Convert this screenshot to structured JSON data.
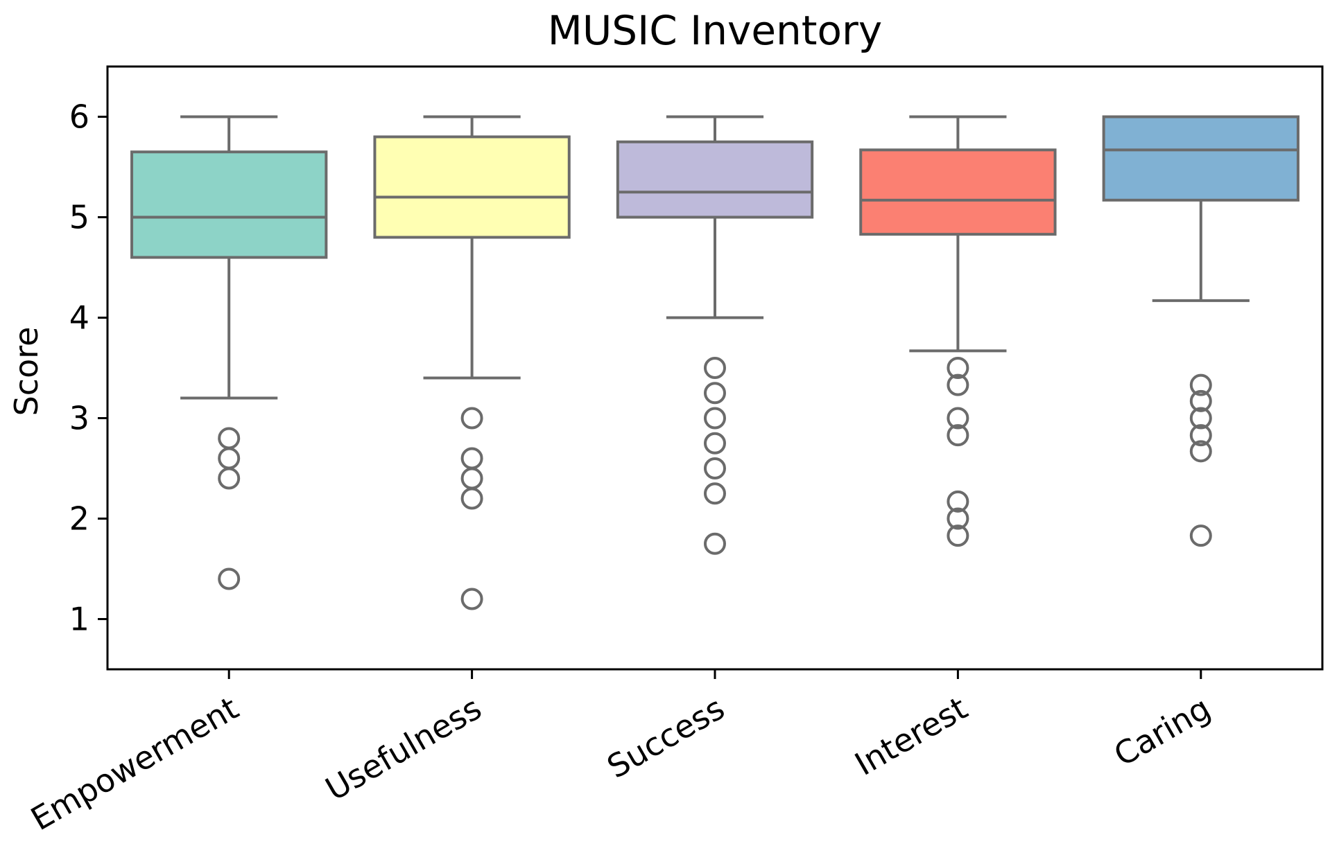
{
  "chart_data": {
    "type": "box",
    "title": "MUSIC Inventory",
    "xlabel": "",
    "ylabel": "Score",
    "ylim": [
      0.5,
      6.5
    ],
    "yticks": [
      1,
      2,
      3,
      4,
      5,
      6
    ],
    "grid": false,
    "legend": "none",
    "categories": [
      "Empowerment",
      "Usefulness",
      "Success",
      "Interest",
      "Caring"
    ],
    "boxes": [
      {
        "category": "Empowerment",
        "whisker_low": 3.2,
        "q1": 4.6,
        "median": 5.0,
        "q3": 5.65,
        "whisker_high": 6.0,
        "outliers": [
          2.8,
          2.6,
          2.4,
          1.4
        ],
        "color": "#8dd3c7"
      },
      {
        "category": "Usefulness",
        "whisker_low": 3.4,
        "q1": 4.8,
        "median": 5.2,
        "q3": 5.8,
        "whisker_high": 6.0,
        "outliers": [
          3.0,
          2.6,
          2.4,
          2.2,
          1.2
        ],
        "color": "#ffffb3"
      },
      {
        "category": "Success",
        "whisker_low": 4.0,
        "q1": 5.0,
        "median": 5.25,
        "q3": 5.75,
        "whisker_high": 6.0,
        "outliers": [
          3.5,
          3.25,
          3.0,
          2.75,
          2.5,
          2.25,
          1.75
        ],
        "color": "#bebada"
      },
      {
        "category": "Interest",
        "whisker_low": 3.67,
        "q1": 4.83,
        "median": 5.17,
        "q3": 5.67,
        "whisker_high": 6.0,
        "outliers": [
          3.5,
          3.33,
          3.0,
          2.83,
          2.17,
          2.0,
          1.83
        ],
        "color": "#fb8072"
      },
      {
        "category": "Caring",
        "whisker_low": 4.17,
        "q1": 5.17,
        "median": 5.67,
        "q3": 6.0,
        "whisker_high": 6.0,
        "outliers": [
          3.33,
          3.17,
          3.0,
          2.83,
          2.67,
          1.83
        ],
        "color": "#80b1d3"
      }
    ],
    "line_color": "#6b6b6b",
    "label_rotation_deg": -30
  }
}
